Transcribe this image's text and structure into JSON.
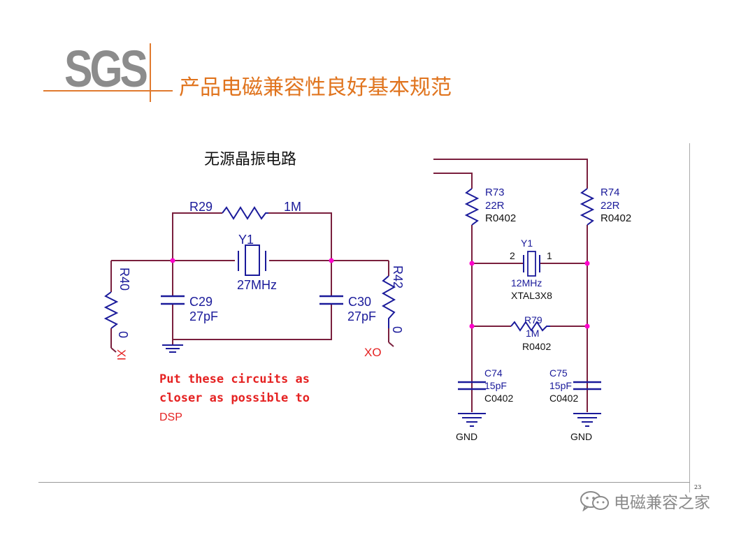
{
  "header": {
    "logo_text": "SGS",
    "title": "产品电磁兼容性良好基本规范"
  },
  "left_circuit": {
    "title": "无源晶振电路",
    "r29_ref": "R29",
    "r29_value": "1M",
    "y1_ref": "Y1",
    "y1_value": "27MHz",
    "r40_ref": "R40",
    "r40_value": "0",
    "r42_ref": "R42",
    "r42_value": "0",
    "c29_ref": "C29",
    "c29_value": "27pF",
    "c30_ref": "C30",
    "c30_value": "27pF",
    "xi_label": "XI",
    "xo_label": "XO",
    "note_line1": "Put these circuits as",
    "note_line2": "closer as possible to",
    "note_line3": "DSP"
  },
  "right_circuit": {
    "r73_ref": "R73",
    "r73_value": "22R",
    "r73_pkg": "R0402",
    "r74_ref": "R74",
    "r74_value": "22R",
    "r74_pkg": "R0402",
    "y1_ref": "Y1",
    "y1_pin2": "2",
    "y1_pin1": "1",
    "y1_value": "12MHz",
    "y1_pkg": "XTAL3X8",
    "r79_ref": "R79",
    "r79_value": "1M",
    "r79_pkg": "R0402",
    "c74_ref": "C74",
    "c74_value": "15pF",
    "c74_pkg": "C0402",
    "c75_ref": "C75",
    "c75_value": "15pF",
    "c75_pkg": "C0402",
    "gnd_left": "GND",
    "gnd_right": "GND"
  },
  "footer": {
    "page_number": "23",
    "watermark": "电磁兼容之家"
  },
  "colors": {
    "wire": "#7a1f3d",
    "component": "#1a1a9a",
    "junction": "#ff00cc",
    "accent": "#e0741e",
    "note": "#e52222"
  }
}
